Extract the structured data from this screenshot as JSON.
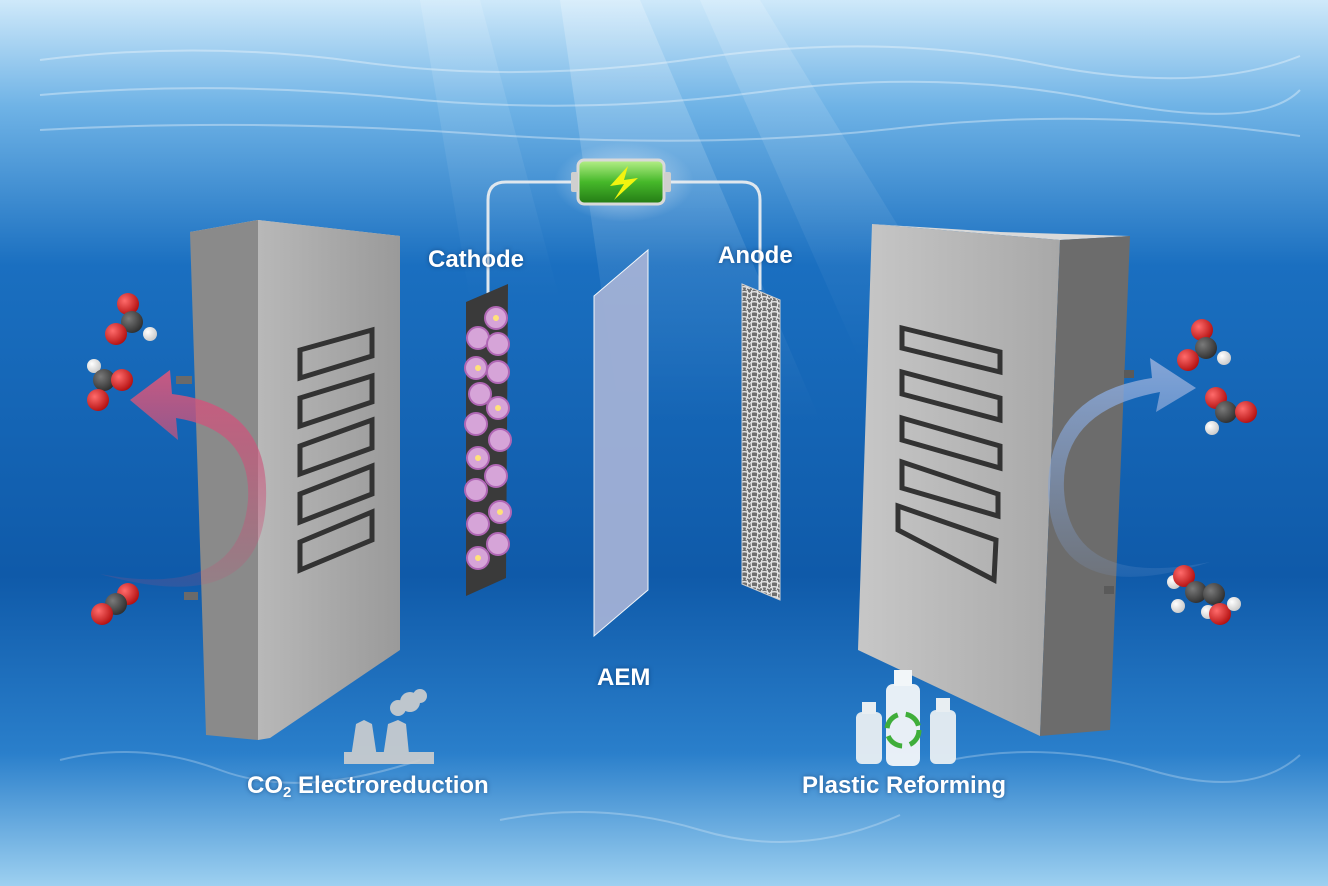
{
  "labels": {
    "cathode": "Cathode",
    "anode": "Anode",
    "membrane": "AEM",
    "left_process_prefix": "CO",
    "left_process_subscript": "2",
    "left_process_suffix": " Electroreduction",
    "right_process": "Plastic Reforming"
  },
  "icons": {
    "power_source": "battery-icon",
    "left_process": "factory-icon",
    "right_process": "plastic-bottles-recycle-icon",
    "molecules": "space-filling-molecule-icon"
  },
  "colors": {
    "water_top": "#d8eefb",
    "water_deep": "#0d5aa8",
    "cell_face": "#9a9a9a",
    "battery": "#4cc22b",
    "left_arrow": "#c64b73",
    "right_arrow": "#7f9fd2",
    "oxygen": "#d01818",
    "carbon": "#454545",
    "hydrogen": "#f2f2f2"
  }
}
